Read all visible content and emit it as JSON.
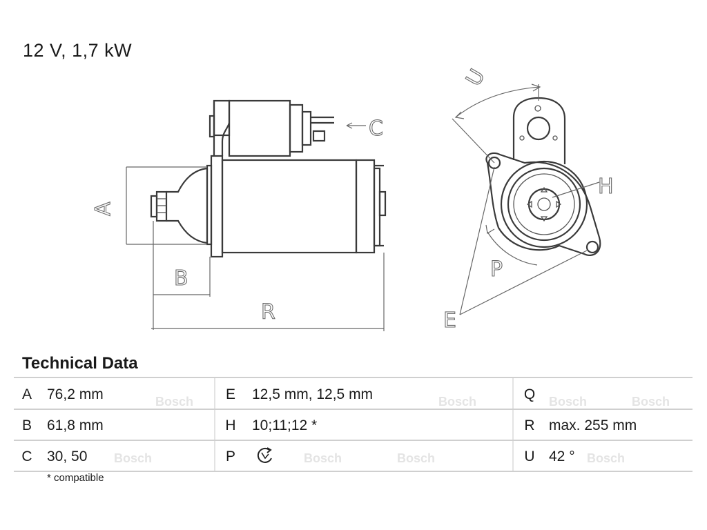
{
  "header": {
    "title": "12 V, 1,7 kW"
  },
  "diagram": {
    "labels": {
      "A": "A",
      "B": "B",
      "C": "C",
      "E": "E",
      "H": "H",
      "P": "P",
      "R": "R",
      "U": "U"
    }
  },
  "technical": {
    "title": "Technical Data",
    "rows": [
      [
        {
          "key": "A",
          "value": "76,2 mm"
        },
        {
          "key": "E",
          "value": "12,5 mm, 12,5 mm"
        },
        {
          "key": "Q",
          "value": ""
        }
      ],
      [
        {
          "key": "B",
          "value": "61,8 mm"
        },
        {
          "key": "H",
          "value": "10;11;12 *"
        },
        {
          "key": "R",
          "value": "max. 255 mm"
        }
      ],
      [
        {
          "key": "C",
          "value": "30, 50"
        },
        {
          "key": "P",
          "value": ""
        },
        {
          "key": "U",
          "value": "42 °"
        }
      ]
    ],
    "footnote": "* compatible",
    "rotation_icon": "clockwise-rotation-icon"
  },
  "watermark": {
    "text": "Bosch"
  }
}
